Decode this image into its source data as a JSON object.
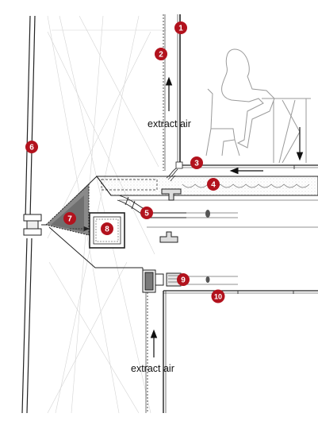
{
  "colors": {
    "marker": "#b2121d",
    "line": "#222222",
    "light_line": "#c8c8c8",
    "fill_gray": "#8a8a8a",
    "hatch": "#d9d9d9"
  },
  "labels": {
    "extract_air_top": "extract air",
    "extract_air_bottom": "extract air"
  },
  "markers": [
    {
      "id": "m1",
      "text": "1"
    },
    {
      "id": "m2",
      "text": "2"
    },
    {
      "id": "m3",
      "text": "3"
    },
    {
      "id": "m4",
      "text": "4"
    },
    {
      "id": "m5",
      "text": "5"
    },
    {
      "id": "m6",
      "text": "6"
    },
    {
      "id": "m7",
      "text": "7"
    },
    {
      "id": "m8",
      "text": "8"
    },
    {
      "id": "m9",
      "text": "9"
    },
    {
      "id": "m10",
      "text": "10"
    }
  ]
}
